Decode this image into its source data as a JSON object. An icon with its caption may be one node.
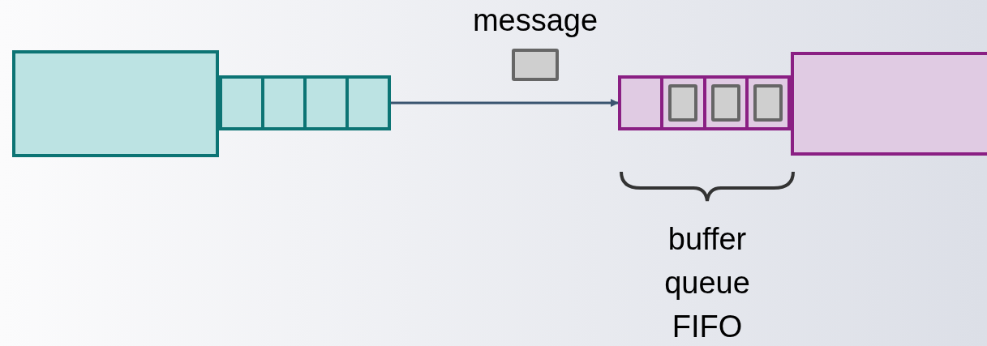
{
  "diagram": {
    "nodes": [
      {
        "text": [],
        "shape": "box"
      },
      {
        "text": [],
        "shape": "bar"
      },
      {
        "text": [
          "message"
        ]
      },
      {
        "text": [],
        "shape": "bar"
      },
      {
        "text": [],
        "shape": "box"
      }
    ],
    "edges": [
      {
        "from": 1,
        "to": 3,
        "arrow": "to",
        "color": "#3a5570"
      }
    ],
    "labels": [
      "buffer queue FIFO"
    ]
  }
}
